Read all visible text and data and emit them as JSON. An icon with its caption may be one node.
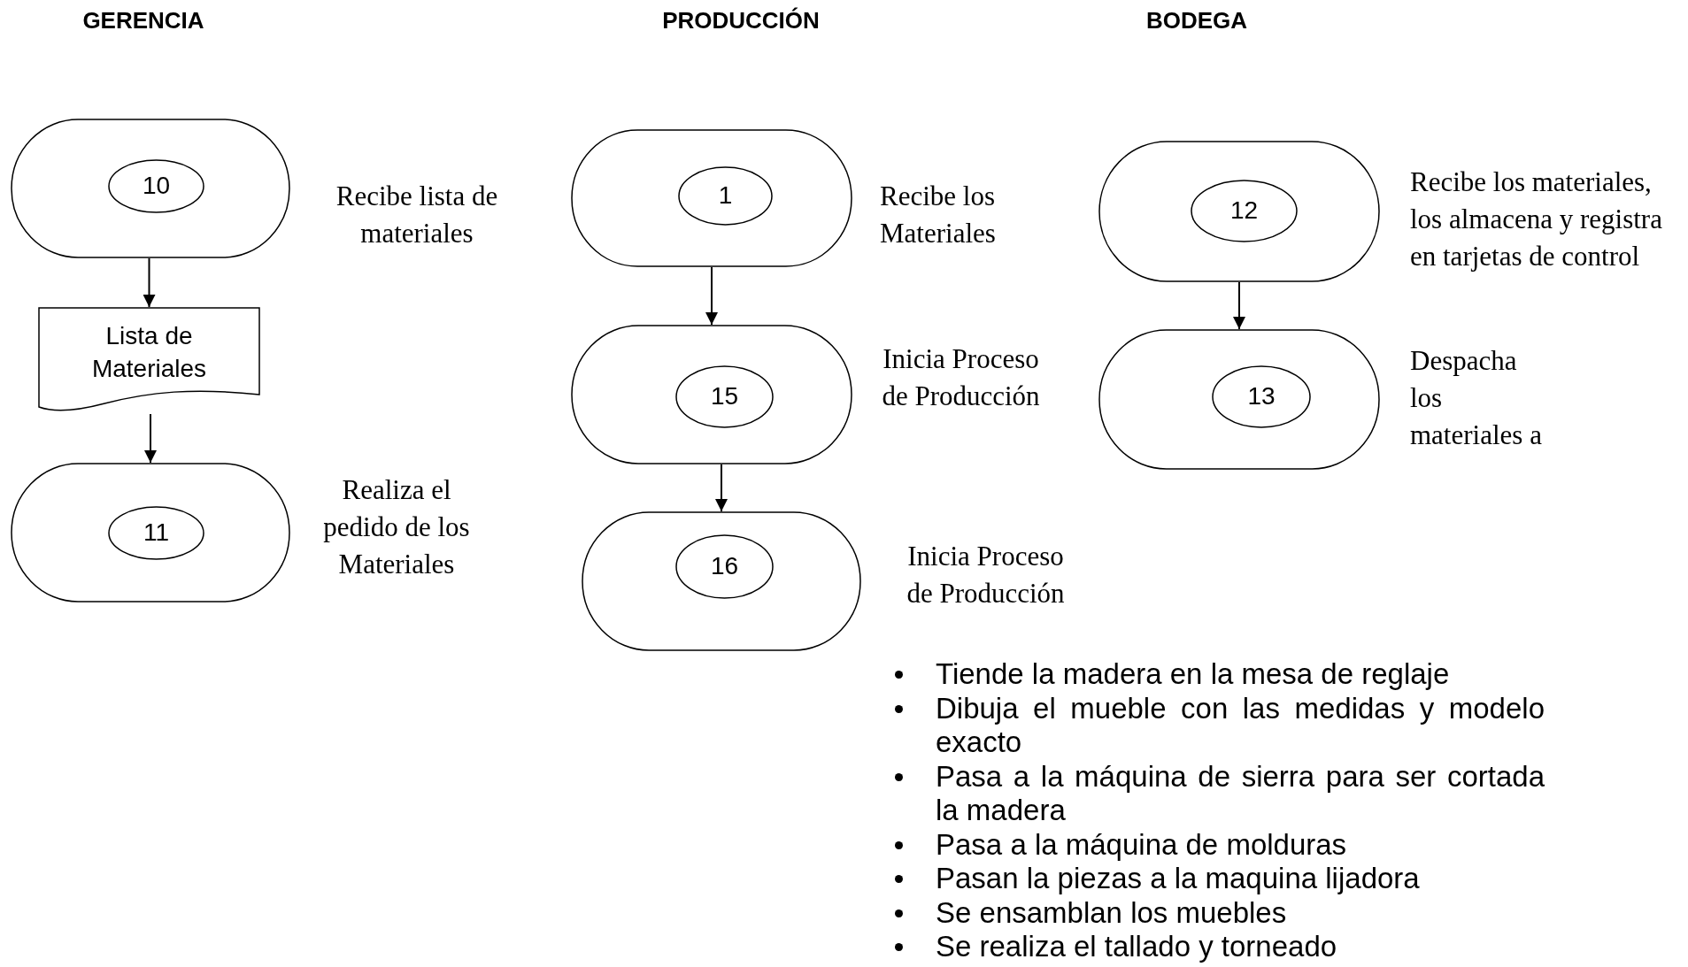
{
  "diagram": {
    "nodes": [
      {
        "text": [],
        "shape": "box",
        "beside": [
          "Recibe lista de materiales"
        ]
      },
      {
        "text": [
          "10"
        ],
        "in": 0
      },
      {
        "text": [
          "Lista de Materiales"
        ]
      },
      {
        "text": [],
        "shape": "box",
        "beside": [
          "Realiza el pedido de los Materiales"
        ]
      },
      {
        "text": [
          "11"
        ],
        "in": 3
      },
      {
        "text": [],
        "shape": "box",
        "beside": [
          "Recibe los Materiales"
        ]
      },
      {
        "text": [
          "1"
        ],
        "in": 5
      },
      {
        "text": [],
        "shape": "box",
        "beside": [
          "Inicia Proceso de Producción"
        ]
      },
      {
        "text": [
          "15"
        ],
        "in": 7
      },
      {
        "text": [],
        "shape": "box",
        "beside": [
          "Inicia Proceso de Producción"
        ]
      },
      {
        "text": [
          "16"
        ],
        "in": 9
      },
      {
        "text": [],
        "shape": "box",
        "beside": [
          "Recibe los materiales, los almacena y registra en tarjetas de control"
        ]
      },
      {
        "text": [
          "12"
        ],
        "in": 11
      },
      {
        "text": [],
        "shape": "box",
        "beside": [
          "Despacha los materiales a"
        ]
      },
      {
        "text": [
          "13"
        ],
        "in": 13
      }
    ],
    "edges": [
      {
        "from": 0,
        "to": 2,
        "arrow": "to"
      },
      {
        "from": 2,
        "to": 3,
        "arrow": "to"
      },
      {
        "from": 5,
        "to": 7,
        "arrow": "to"
      },
      {
        "from": 7,
        "to": 9,
        "arrow": "to"
      },
      {
        "from": 11,
        "to": 13,
        "arrow": "to"
      }
    ],
    "labels": [
      "GERENCIA",
      "PRODUCCIÓN",
      "BODEGA",
      "Tiende la madera en la mesa de reglaje",
      "Dibuja el mueble con las medidas y modelo exacto",
      "Pasa a la máquina de sierra para ser cortada la madera",
      "Pasa a la máquina de molduras",
      "Pasan la piezas a la maquina lijadora",
      "Se ensamblan los muebles",
      "Se realiza el tallado y torneado"
    ]
  }
}
